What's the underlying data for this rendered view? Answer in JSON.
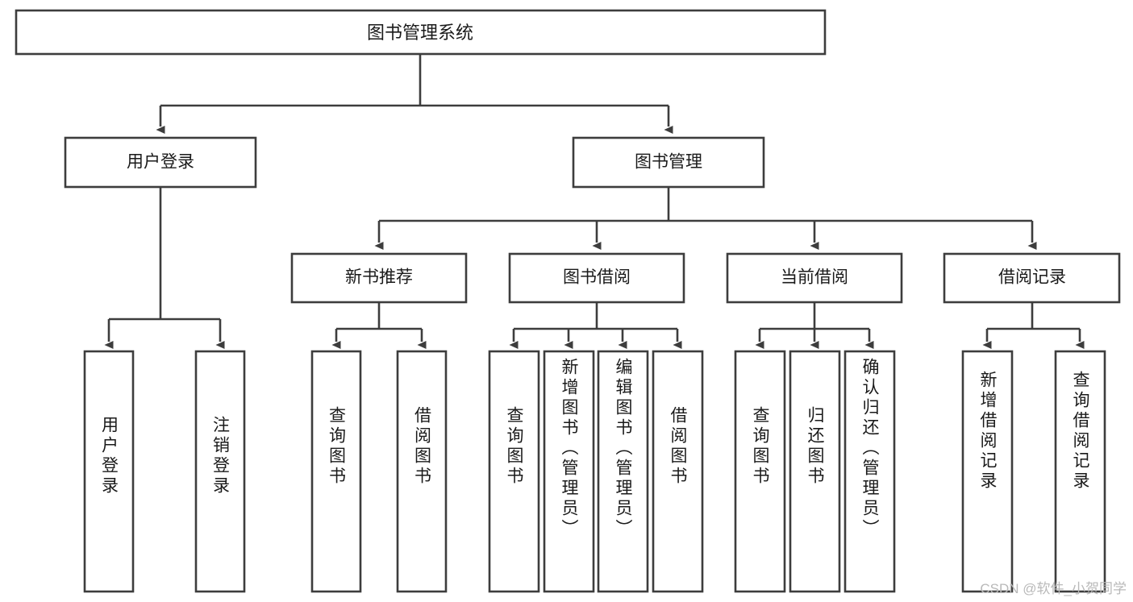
{
  "diagram": {
    "type": "tree",
    "title": "图书管理系统",
    "watermark": "CSDN @软件_小贺同学",
    "root": {
      "label": "图书管理系统"
    },
    "level2": [
      {
        "label": "用户登录"
      },
      {
        "label": "图书管理"
      }
    ],
    "level3": [
      {
        "label": "新书推荐"
      },
      {
        "label": "图书借阅"
      },
      {
        "label": "当前借阅"
      },
      {
        "label": "借阅记录"
      }
    ],
    "leaves": {
      "user_login": [
        {
          "label": "用户登录"
        },
        {
          "label": "注销登录"
        }
      ],
      "new_book_recommend": [
        {
          "label": "查询图书"
        },
        {
          "label": "借阅图书"
        }
      ],
      "book_borrow": [
        {
          "label": "查询图书"
        },
        {
          "label": "新增图书（管理员）"
        },
        {
          "label": "编辑图书（管理员）"
        },
        {
          "label": "借阅图书"
        }
      ],
      "current_borrow": [
        {
          "label": "查询图书"
        },
        {
          "label": "归还图书"
        },
        {
          "label": "确认归还（管理员）"
        }
      ],
      "borrow_record": [
        {
          "label": "新增借阅记录"
        },
        {
          "label": "查询借阅记录"
        }
      ]
    },
    "colors": {
      "stroke": "#3d3d3d",
      "fill": "#ffffff",
      "text": "#1a1a1a",
      "watermark": "#b9b9b9"
    }
  }
}
